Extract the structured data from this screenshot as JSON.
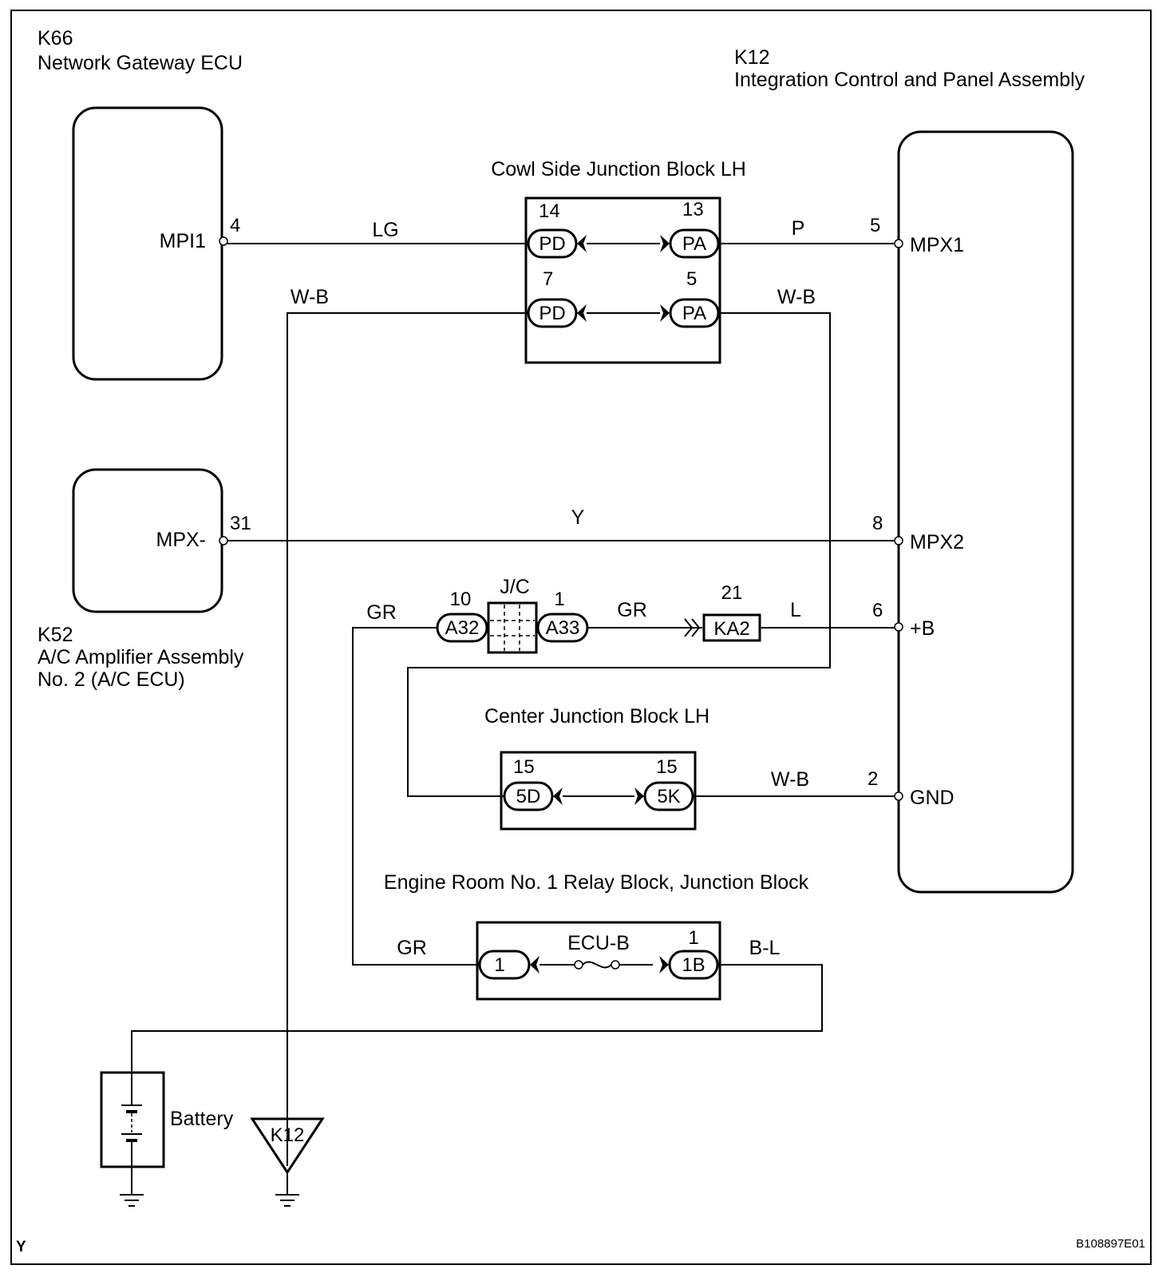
{
  "components": {
    "k66": {
      "code": "K66",
      "name": "Network Gateway ECU",
      "terminal": "MPI1",
      "pin": "4"
    },
    "k52": {
      "code": "K52",
      "name_line1": "A/C Amplifier Assembly",
      "name_line2": "No. 2 (A/C ECU)",
      "terminal": "MPX-",
      "pin": "31"
    },
    "k12": {
      "code": "K12",
      "name": "Integration Control and Panel Assembly",
      "terminals": [
        {
          "name": "MPX1",
          "pin": "5"
        },
        {
          "name": "MPX2",
          "pin": "8"
        },
        {
          "name": "+B",
          "pin": "6"
        },
        {
          "name": "GND",
          "pin": "2"
        }
      ]
    }
  },
  "cowl_jb": {
    "title": "Cowl Side Junction Block LH",
    "rows": [
      {
        "left_conn": "PD",
        "left_pin": "14",
        "right_conn": "PA",
        "right_pin": "13"
      },
      {
        "left_conn": "PD",
        "left_pin": "7",
        "right_conn": "PA",
        "right_pin": "5"
      }
    ]
  },
  "jc": {
    "label": "J/C",
    "left_conn": "A32",
    "left_pin": "10",
    "right_conn": "A33",
    "right_pin": "1"
  },
  "ka2": {
    "conn": "KA2",
    "pin": "21"
  },
  "center_jb": {
    "title": "Center Junction Block LH",
    "left_conn": "5D",
    "left_pin": "15",
    "right_conn": "5K",
    "right_pin": "15"
  },
  "engine_jb": {
    "title": "Engine Room No. 1 Relay Block, Junction Block",
    "left_conn": "1",
    "fuse": "ECU-B",
    "right_conn": "1B",
    "right_pin": "1"
  },
  "wires": {
    "lg": "LG",
    "p": "P",
    "wb_left": "W-B",
    "wb_right": "W-B",
    "y": "Y",
    "gr_left": "GR",
    "gr_mid": "GR",
    "l": "L",
    "wb_gnd": "W-B",
    "gr_bottom": "GR",
    "bl": "B-L"
  },
  "battery": {
    "label": "Battery"
  },
  "ground_point": {
    "label": "K12"
  },
  "footer": {
    "corner_letter": "Y",
    "figure_id": "B108897E01"
  }
}
